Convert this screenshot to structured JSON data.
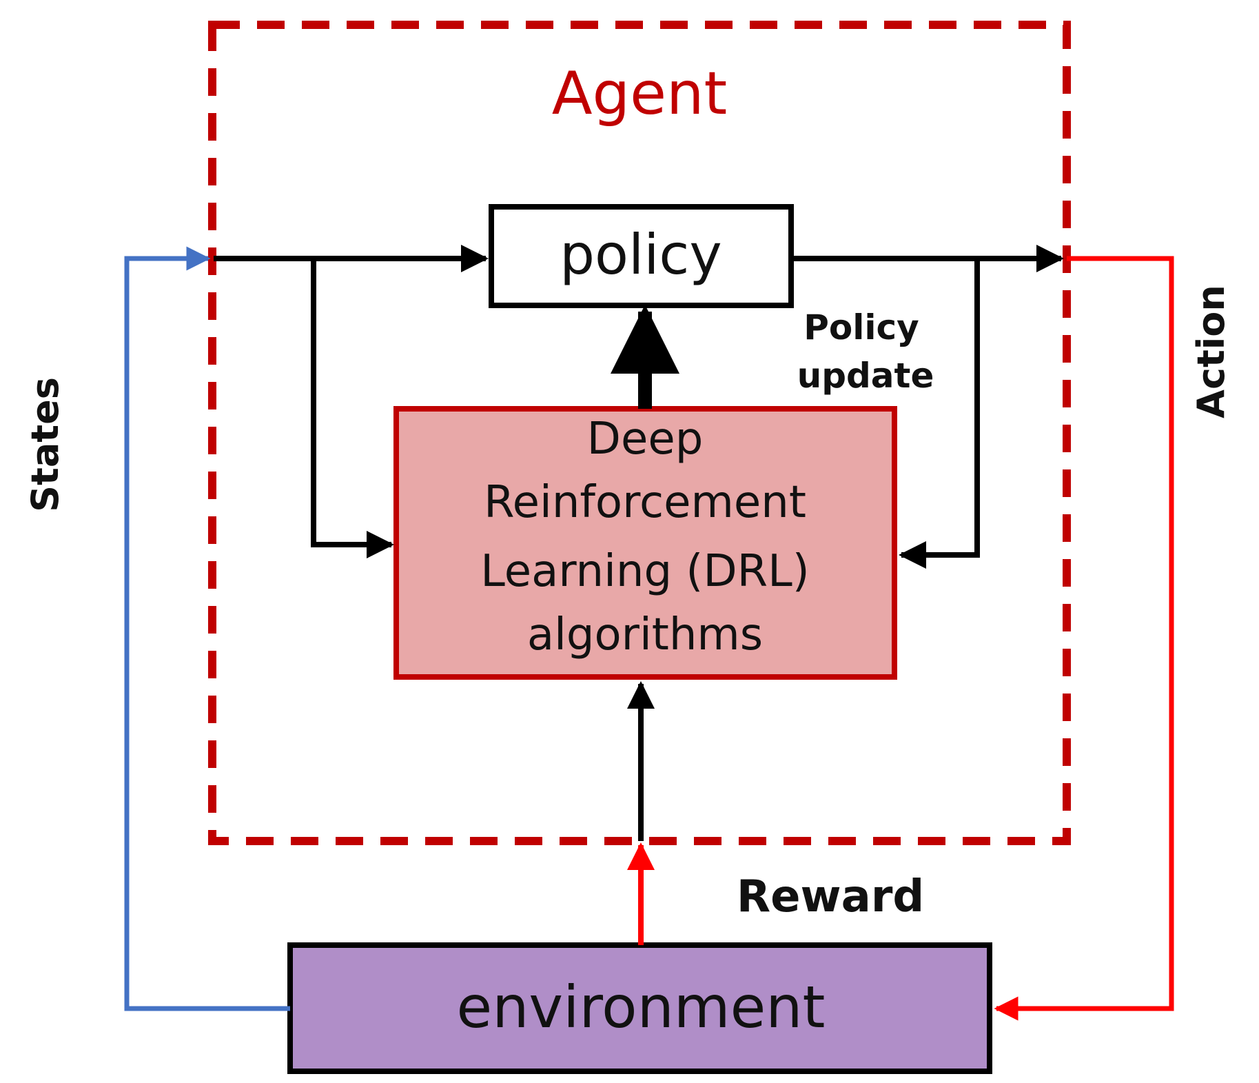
{
  "agent": {
    "label": "Agent"
  },
  "policy": {
    "label": "policy"
  },
  "drl": {
    "lines": [
      "Deep",
      "Reinforcement",
      "Learning (DRL)",
      "algorithms"
    ]
  },
  "environment": {
    "label": "environment"
  },
  "edges": {
    "states": "States",
    "action": "Action",
    "reward": "Reward",
    "policy_update": [
      "Policy",
      "update"
    ]
  },
  "colors": {
    "agent_border": "#c00000",
    "drl_fill": "#e8a8a8",
    "drl_border": "#c00000",
    "environment_fill": "#b08ec8",
    "states_arrow": "#4472c4",
    "action_arrow": "#ff0000",
    "reward_arrow": "#ff0000",
    "internal_arrow": "#000000"
  }
}
